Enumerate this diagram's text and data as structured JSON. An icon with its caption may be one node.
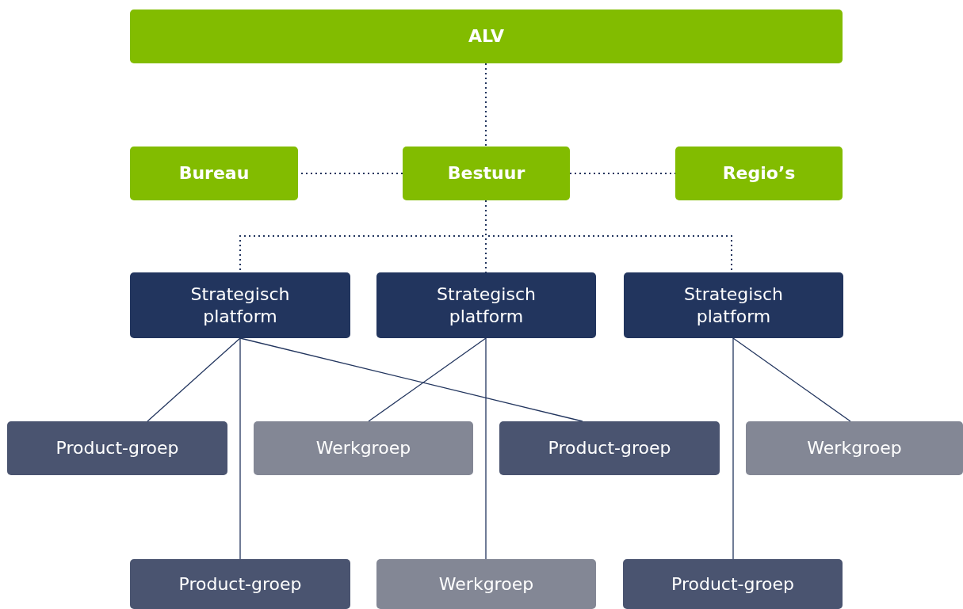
{
  "diagram": {
    "nodes": [
      {
        "text": [
          "ALV"
        ]
      },
      {
        "text": [
          "Bureau"
        ]
      },
      {
        "text": [
          "Bestuur"
        ]
      },
      {
        "text": [
          "Regio’s"
        ]
      },
      {
        "text": [
          "Strategisch platform"
        ]
      },
      {
        "text": [
          "Strategisch platform"
        ]
      },
      {
        "text": [
          "Strategisch platform"
        ]
      },
      {
        "text": [
          "Product-groep"
        ]
      },
      {
        "text": [
          "Werkgroep"
        ]
      },
      {
        "text": [
          "Product-groep"
        ]
      },
      {
        "text": [
          "Werkgroep"
        ]
      },
      {
        "text": [
          "Product-groep"
        ]
      },
      {
        "text": [
          "Werkgroep"
        ]
      },
      {
        "text": [
          "Product-groep"
        ]
      }
    ],
    "edges": [
      {
        "from": 0,
        "to": 2,
        "arrow": "none",
        "style": "dashed"
      },
      {
        "from": 2,
        "to": 1,
        "arrow": "none",
        "style": "dashed"
      },
      {
        "from": 2,
        "to": 3,
        "arrow": "none",
        "style": "dashed"
      },
      {
        "from": 2,
        "to": 4,
        "arrow": "none",
        "style": "dashed"
      },
      {
        "from": 2,
        "to": 5,
        "arrow": "none",
        "style": "dashed"
      },
      {
        "from": 2,
        "to": 6,
        "arrow": "none",
        "style": "dashed"
      },
      {
        "from": 4,
        "to": 7,
        "arrow": "none"
      },
      {
        "from": 4,
        "to": 11,
        "arrow": "none"
      },
      {
        "from": 4,
        "to": 9,
        "arrow": "none"
      },
      {
        "from": 5,
        "to": 8,
        "arrow": "none"
      },
      {
        "from": 5,
        "to": 12,
        "arrow": "none"
      },
      {
        "from": 6,
        "to": 10,
        "arrow": "none"
      },
      {
        "from": 6,
        "to": 13,
        "arrow": "none"
      }
    ]
  }
}
